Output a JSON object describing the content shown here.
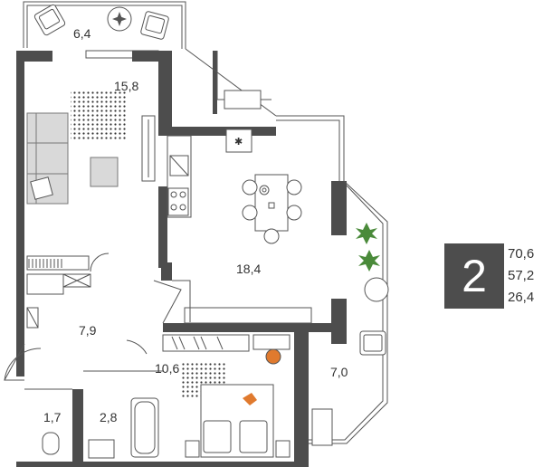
{
  "rooms": {
    "balcony_top": "6,4",
    "living": "15,8",
    "kitchen": "18,4",
    "hall": "7,9",
    "bedroom": "10,6",
    "balcony_right": "7,0",
    "wc": "1,7",
    "bath": "2,8"
  },
  "summary": {
    "rooms_count": "2",
    "total_area": "70,6",
    "living_area": "57,2",
    "kitchen_area": "26,4"
  },
  "colors": {
    "wall": "#4d4d4d",
    "line": "#555555",
    "accent_orange": "#e07a2e",
    "plant_green": "#4a8a3a"
  }
}
